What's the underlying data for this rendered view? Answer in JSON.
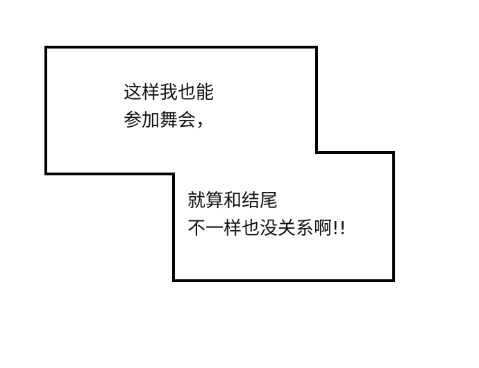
{
  "panel": {
    "border_color": "#000000",
    "fill_color": "#ffffff"
  },
  "captions": {
    "top": {
      "line1": "这样我也能",
      "line2": "参加舞会，"
    },
    "bottom": {
      "line1": "就算和结尾",
      "line2": "不一样也没关系啊!!"
    }
  }
}
